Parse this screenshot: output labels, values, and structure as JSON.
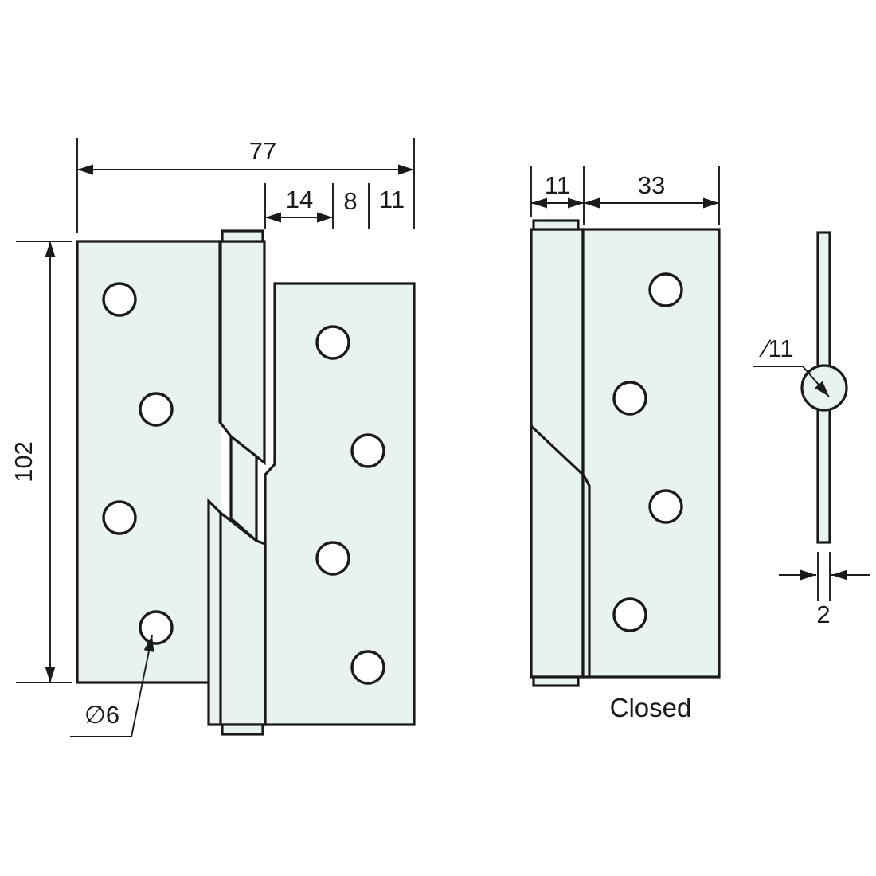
{
  "open_view": {
    "dim_total_width": "77",
    "dim_knuckle_offset": "14",
    "dim_gap": "8",
    "dim_knuckle_width": "11",
    "dim_height": "102",
    "dim_screw_hole": "∅6"
  },
  "closed_view": {
    "dim_knuckle": "11",
    "dim_leaf": "33",
    "label": "Closed"
  },
  "side_view": {
    "dim_pin_diameter": "∕11",
    "dim_thickness": "2"
  },
  "colors": {
    "plate_fill": "#e8f2ef",
    "line": "#1a1a1a",
    "background": "#ffffff"
  }
}
